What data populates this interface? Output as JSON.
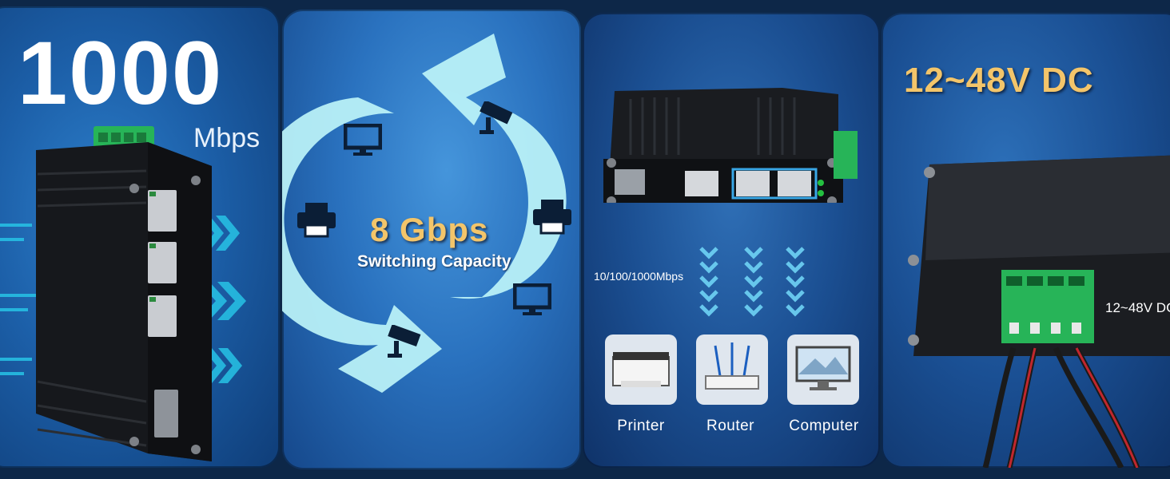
{
  "panel1": {
    "speed": "1000",
    "unit": "Mbps"
  },
  "panel2": {
    "throughput": "8 Gbps",
    "subtitle": "Switching Capacity"
  },
  "panel3": {
    "rate": "10/100/1000Mbps",
    "devices": [
      {
        "label": "Printer",
        "icon": "printer-icon"
      },
      {
        "label": "Router",
        "icon": "router-icon"
      },
      {
        "label": "Computer",
        "icon": "computer-icon"
      }
    ]
  },
  "panel4": {
    "voltage": "12~48V DC",
    "terminal_label": "12~48V DC"
  },
  "colors": {
    "accent": "#f3c56a",
    "cyan": "#27c3e6",
    "terminal": "#23b15a"
  }
}
